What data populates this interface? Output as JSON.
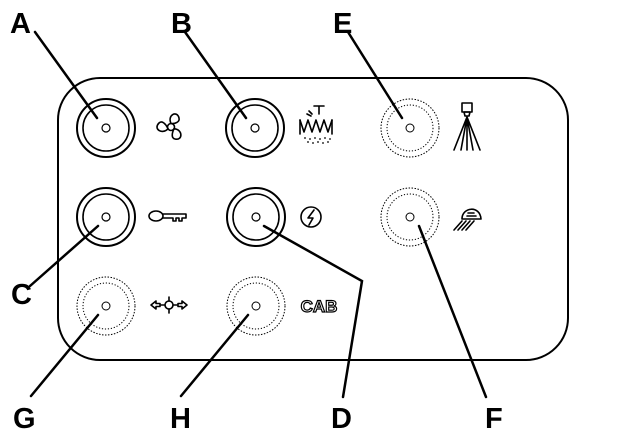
{
  "callouts": [
    "A",
    "B",
    "C",
    "D",
    "E",
    "F",
    "G",
    "H"
  ],
  "panel_labels": {
    "cab": "CAB"
  },
  "buttons": [
    {
      "id": "fan",
      "icon": "fan-icon",
      "ring": "solid"
    },
    {
      "id": "hammer",
      "icon": "hammer-field-icon",
      "ring": "solid"
    },
    {
      "id": "sprayer",
      "icon": "sprayer-icon",
      "ring": "dotted"
    },
    {
      "id": "key",
      "icon": "key-icon",
      "ring": "solid"
    },
    {
      "id": "power",
      "icon": "power-bolt-icon",
      "ring": "solid"
    },
    {
      "id": "work-light",
      "icon": "work-light-icon",
      "ring": "dotted"
    },
    {
      "id": "hazard-position",
      "icon": "hazard-arrows-icon",
      "ring": "dotted"
    },
    {
      "id": "cab",
      "icon": "cab-text-icon",
      "ring": "dotted"
    }
  ],
  "colors": {
    "stroke": "#000000",
    "background": "#ffffff"
  }
}
